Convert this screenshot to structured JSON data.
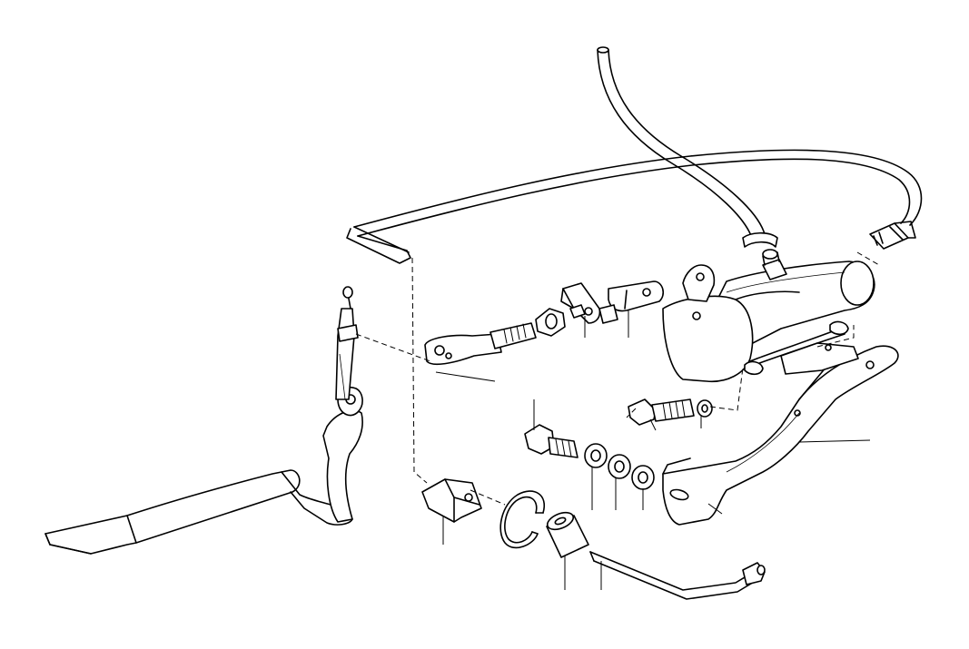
{
  "diagram": {
    "type": "exploded-parts-drawing",
    "colors": {
      "line": "#000000",
      "background": "#ffffff"
    },
    "parts": [
      {
        "id": "clutch-pedal"
      },
      {
        "id": "pedal-clevis"
      },
      {
        "id": "fork-head"
      },
      {
        "id": "hex-nut"
      },
      {
        "id": "lock-plate"
      },
      {
        "id": "clevis-pin"
      },
      {
        "id": "master-cylinder"
      },
      {
        "id": "reservoir-hose"
      },
      {
        "id": "pressure-pipe"
      },
      {
        "id": "union-nut"
      },
      {
        "id": "hex-bolt-upper"
      },
      {
        "id": "washer-upper"
      },
      {
        "id": "hex-bolt-lower"
      },
      {
        "id": "washer-1"
      },
      {
        "id": "washer-2"
      },
      {
        "id": "washer-3"
      },
      {
        "id": "mounting-bracket"
      },
      {
        "id": "clip"
      },
      {
        "id": "circlip"
      },
      {
        "id": "bushing"
      },
      {
        "id": "return-rod"
      },
      {
        "id": "feed-line"
      }
    ]
  }
}
